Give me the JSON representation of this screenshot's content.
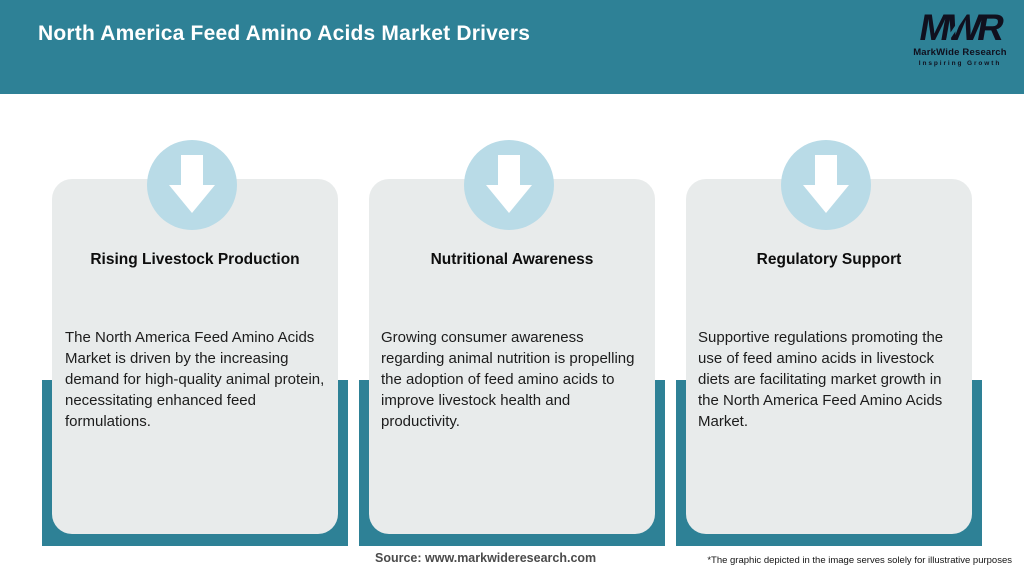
{
  "header": {
    "title": "North America Feed Amino Acids Market Drivers"
  },
  "logo": {
    "monogram": "MWR",
    "name": "MarkWide Research",
    "tagline": "Inspiring Growth"
  },
  "cards": [
    {
      "icon": "down-arrow-icon",
      "title": "Rising Livestock Production",
      "body": "The North America Feed Amino Acids Market is driven by the increasing demand for high-quality animal protein, necessitating enhanced feed formulations."
    },
    {
      "icon": "down-arrow-icon",
      "title": "Nutritional Awareness",
      "body": "Growing consumer awareness regarding animal nutrition is propelling the adoption of feed amino acids to improve livestock health and productivity."
    },
    {
      "icon": "down-arrow-icon",
      "title": "Regulatory Support",
      "body": "Supportive regulations promoting the use of feed amino acids in livestock diets are facilitating market growth in the North America Feed Amino Acids Market."
    }
  ],
  "footer": {
    "source": "Source: www.markwideresearch.com",
    "disclaimer": "*The graphic depicted in the image serves solely for illustrative purposes"
  },
  "colors": {
    "header_teal": "#2e8196",
    "panel_teal": "#2e8196",
    "circle_blue": "#b9dbe7",
    "card_gray": "#e8ebeb",
    "title_text": "#ffffff",
    "logo_text": "#10101e"
  }
}
